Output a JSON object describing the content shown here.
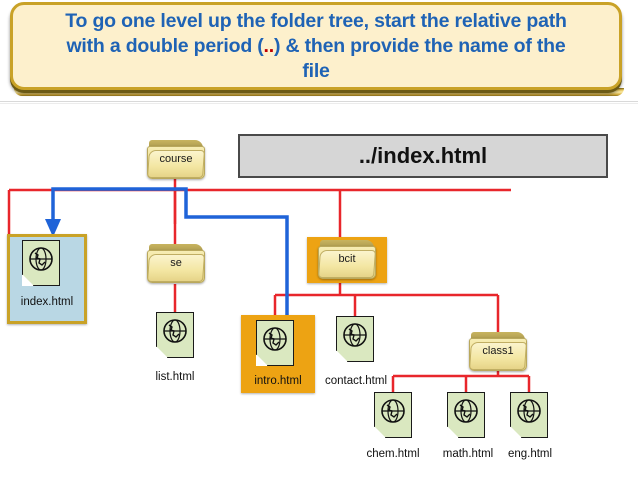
{
  "banner": {
    "line1": "To go one level up the folder tree, start the relative path",
    "line2_a": "with a double period (",
    "line2_red": "..",
    "line2_b": ") & then provide the name of the",
    "line3": "file"
  },
  "callout": {
    "path_label": "../index.html"
  },
  "tree": {
    "root_folder": {
      "label": "course",
      "type": "folder"
    },
    "files": {
      "index": {
        "label": "index.html",
        "type": "html-file",
        "highlight": "blue"
      },
      "list": {
        "label": "list.html",
        "type": "html-file",
        "highlight": "none"
      },
      "intro": {
        "label": "intro.html",
        "type": "html-file",
        "highlight": "orange"
      },
      "contact": {
        "label": "contact.html",
        "type": "html-file",
        "highlight": "none"
      },
      "chem": {
        "label": "chem.html",
        "type": "html-file",
        "highlight": "none"
      },
      "math": {
        "label": "math.html",
        "type": "html-file",
        "highlight": "none"
      },
      "eng": {
        "label": "eng.html",
        "type": "html-file",
        "highlight": "none"
      }
    },
    "folders": {
      "se": {
        "label": "se",
        "type": "folder",
        "highlight": "none"
      },
      "bcit": {
        "label": "bcit",
        "type": "folder",
        "highlight": "orange"
      },
      "class1": {
        "label": "class1",
        "type": "folder",
        "highlight": "none"
      }
    }
  },
  "colors": {
    "banner_bg": "#fdf0cc",
    "banner_border": "#c9a227",
    "banner_text": "#1f63b5",
    "banner_accent_red": "#c00000",
    "tree_line_red": "#e8262b",
    "pointer_blue": "#1f63d8",
    "highlight_blue": "#b9d7e4",
    "highlight_orange": "#eda313",
    "callout_bg": "#d6d6d6",
    "callout_border": "#4a4a4a",
    "file_page": "#dae8c0",
    "folder_yellow": "#f3e6a2"
  }
}
